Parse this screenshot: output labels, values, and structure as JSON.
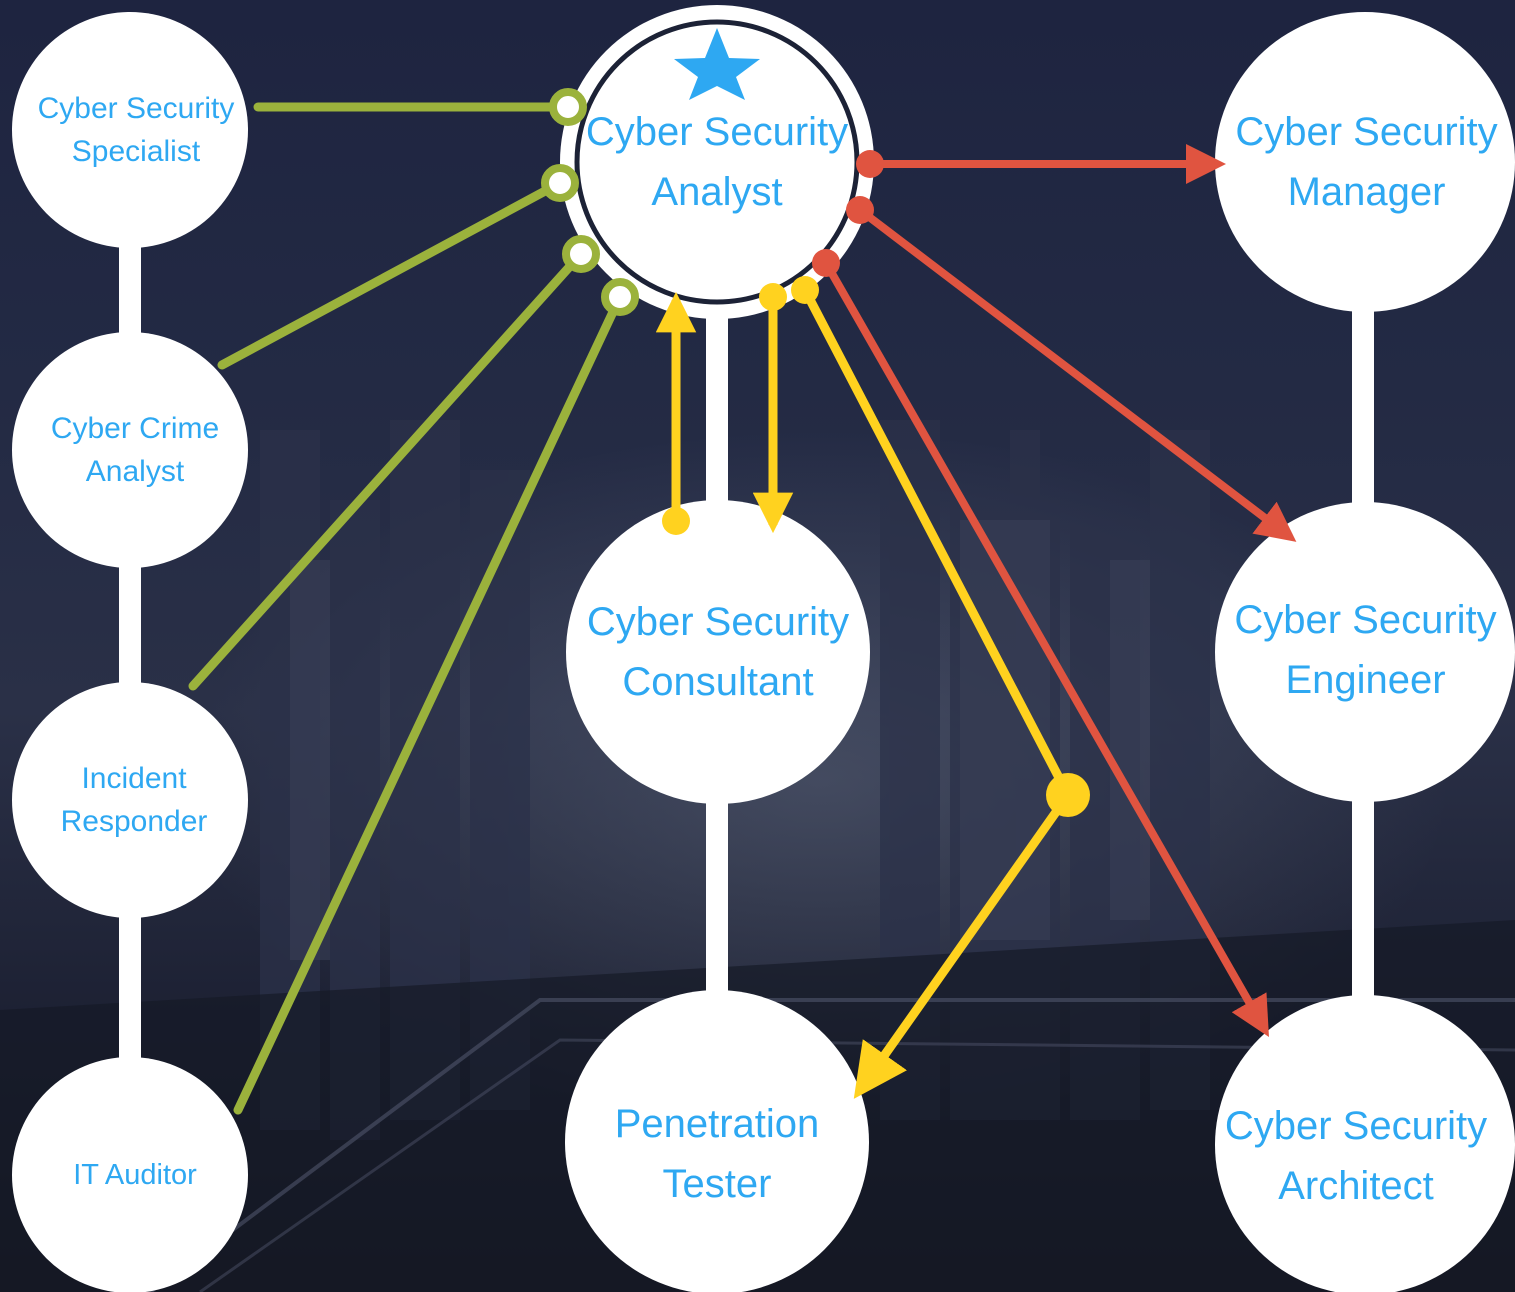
{
  "colors": {
    "text": "#2ea8f2",
    "node_fill": "#ffffff",
    "green": "#9bb23c",
    "red": "#e05440",
    "yellow": "#ffd21f",
    "star": "#2ea8f2",
    "background": "#1c2236"
  },
  "icons": {
    "center_marker": "star-icon"
  },
  "nodes": {
    "analyst": "Cyber Security\nAnalyst",
    "specialist": "Cyber Security\nSpecialist",
    "crime_analyst": "Cyber Crime\nAnalyst",
    "incident_responder": "Incident\nResponder",
    "it_auditor": "IT Auditor",
    "consultant": "Cyber Security\nConsultant",
    "penetration_tester": "Penetration\nTester",
    "manager": "Cyber Security\nManager",
    "engineer": "Cyber Security\nEngineer",
    "architect": "Cyber Security\nArchitect"
  }
}
